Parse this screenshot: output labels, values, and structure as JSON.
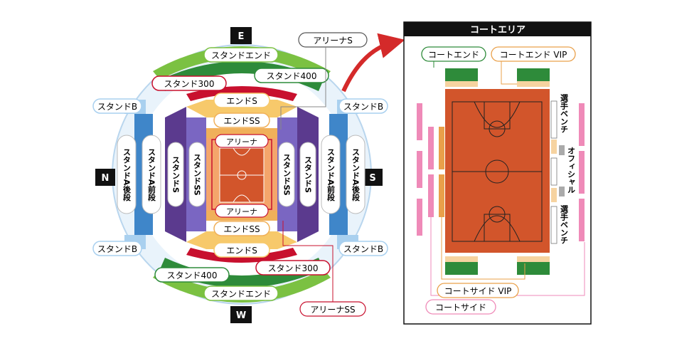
{
  "compass": {
    "north": "N",
    "south": "S",
    "east": "E",
    "west": "W"
  },
  "arena": {
    "stand_end_top": "スタンドエンド",
    "stand_end_bottom": "スタンドエンド",
    "stand400_top": "スタンド400",
    "stand400_bottom": "スタンド400",
    "stand300_top": "スタンド300",
    "stand300_bottom": "スタンド300",
    "stand_b_tl": "スタンドB",
    "stand_b_tr": "スタンドB",
    "stand_b_bl": "スタンドB",
    "stand_b_br": "スタンドB",
    "end_s_top": "エンドS",
    "end_s_bottom": "エンドS",
    "end_ss_top": "エンドSS",
    "end_ss_bottom": "エンドSS",
    "arena_top": "アリーナ",
    "arena_bottom": "アリーナ",
    "arena_s": "アリーナS",
    "arena_ss": "アリーナSS",
    "stand_a_koudan_left": "スタンドA後段",
    "stand_a_zendan_left": "スタンドA前段",
    "stand_s_left": "スタンドS",
    "stand_ss_left": "スタンドSS",
    "stand_ss_right": "スタンドSS",
    "stand_s_right": "スタンドS",
    "stand_a_zendan_right": "スタンドA前段",
    "stand_a_koudan_right": "スタンドA後段"
  },
  "court": {
    "header": "コートエリア",
    "court_end": "コートエンド",
    "court_end_vip": "コートエンド VIP",
    "bench_top": "選手ベンチ",
    "official": "オフィシャル",
    "bench_bottom": "選手ベンチ",
    "courtside_vip": "コートサイド VIP",
    "courtside": "コートサイド"
  },
  "colors": {
    "green": "#2e8b3a",
    "light_green": "#7bc142",
    "red": "#c8102e",
    "purple": "#5b3a8e",
    "blue": "#3f86c9",
    "light_blue": "#cfe5f5",
    "yellow": "#f7c96b",
    "orange": "#e9a04a",
    "court_orange": "#d2552b",
    "pink": "#ef8ab8",
    "peach": "#f6d3a0"
  }
}
